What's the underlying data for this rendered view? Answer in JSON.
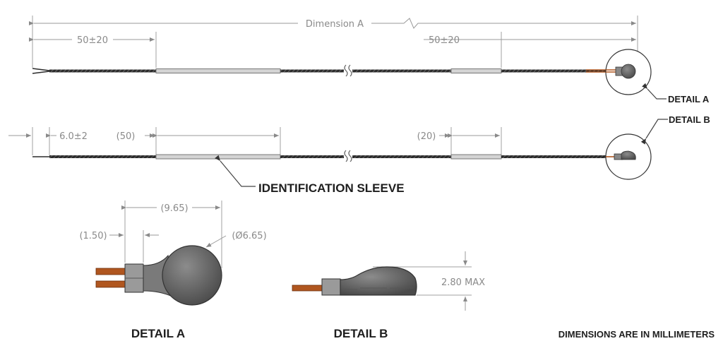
{
  "drawing": {
    "dimension_a": "Dimension A",
    "top_left_length": "50±20",
    "top_right_length": "50±20",
    "bottom_strip": "6.0±2",
    "bottom_left_sleeve": "(50)",
    "bottom_right_sleeve": "(20)",
    "detail_a_length": "(9.65)",
    "detail_a_band": "(1.50)",
    "detail_a_diameter": "(Ø6.65)",
    "detail_b_height": "2.80 MAX"
  },
  "callouts": {
    "detail_a": "DETAIL A",
    "detail_b": "DETAIL B",
    "identification_sleeve": "IDENTIFICATION SLEEVE"
  },
  "captions": {
    "detail_a": "DETAIL A",
    "detail_b": "DETAIL B",
    "units_note": "DIMENSIONS ARE IN MILLIMETERS"
  },
  "colors": {
    "wire": "#2b2b2b",
    "copper": "#b0561f",
    "bead": "#6a6a6a",
    "sleeve": "#cfcfcf"
  }
}
